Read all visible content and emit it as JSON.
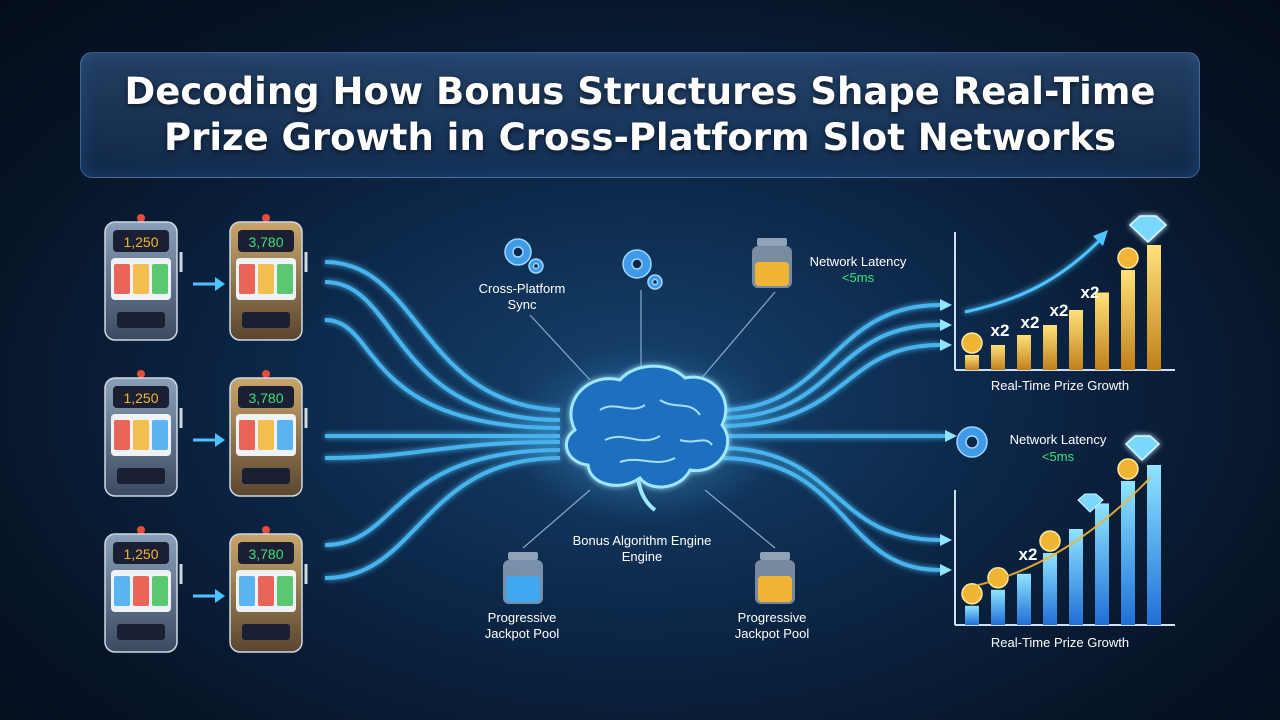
{
  "title": {
    "line1": "Decoding How Bonus Structures Shape Real-Time",
    "line2": "Prize Growth in Cross-Platform Slot Networks"
  },
  "slots": {
    "left_counter": "1,250",
    "right_counter": "3,780",
    "middle_right_counter": "3,780",
    "rows": 3
  },
  "hub": {
    "sync_label_1": "Cross-Platform",
    "sync_label_2": "Sync",
    "latency_label": "Network Latency",
    "latency_value": "<5ms",
    "engine_label_1": "Bonus Algorithm Engine",
    "engine_label_2": "Engine",
    "pool_left_1": "Progressive",
    "pool_left_2": "Jackpot Pool",
    "pool_right_1": "Progressive",
    "pool_right_2": "Jackpot Pool"
  },
  "charts": {
    "top": {
      "caption": "Real-Time Prize Growth",
      "multipliers": [
        "x2",
        "x2",
        "x2",
        "x2"
      ],
      "bar_levels": [
        0.12,
        0.2,
        0.28,
        0.36,
        0.48,
        0.62,
        0.8,
        1.0
      ]
    },
    "bottom": {
      "caption": "Real-Time Prize Growth",
      "latency_label": "Network Latency",
      "latency_value": "<5ms",
      "multiplier": "x2",
      "bar_levels": [
        0.12,
        0.22,
        0.32,
        0.45,
        0.6,
        0.76,
        0.9,
        1.0
      ]
    }
  },
  "colors": {
    "accent": "#4fc3ff",
    "gold": "#f2b533",
    "green": "#39e07a",
    "bar_blue": "#2f8cf0"
  }
}
